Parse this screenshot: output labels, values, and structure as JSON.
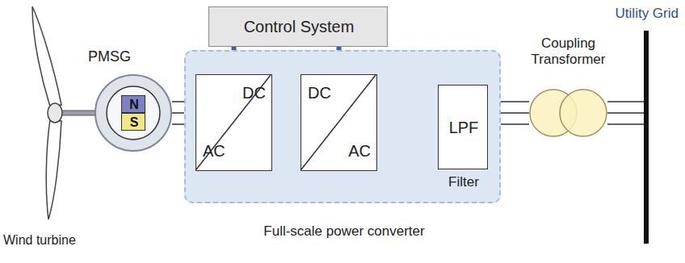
{
  "diagram": {
    "nodes": [
      {
        "text": [
          "PMSG"
        ]
      },
      {
        "text": [
          "N"
        ],
        "in": 0
      },
      {
        "text": [
          "S"
        ],
        "in": 0
      },
      {
        "text": [
          "Control System"
        ]
      },
      {
        "text": [
          "Full-scale power converter"
        ]
      },
      {
        "text": [
          "DC",
          "AC"
        ],
        "in": 4
      },
      {
        "text": [
          "DC",
          "AC"
        ],
        "in": 4
      },
      {
        "text": [
          "LPF",
          "Filter"
        ],
        "in": 4
      },
      {
        "text": [
          "Coupling Transformer"
        ]
      },
      {
        "text": [
          "Utility Grid"
        ]
      }
    ],
    "edges": [
      {
        "from": 3,
        "to": 5,
        "arrow": "to"
      },
      {
        "from": 3,
        "to": 6,
        "arrow": "to"
      },
      {
        "from": 0,
        "to": 5,
        "arrow": "none"
      },
      {
        "from": 5,
        "to": 6,
        "arrow": "none"
      },
      {
        "from": 6,
        "to": 7,
        "arrow": "none"
      },
      {
        "from": 7,
        "to": 8,
        "arrow": "none"
      },
      {
        "from": 8,
        "to": 9,
        "arrow": "none"
      }
    ],
    "labels": [
      "Wind turbine"
    ]
  }
}
